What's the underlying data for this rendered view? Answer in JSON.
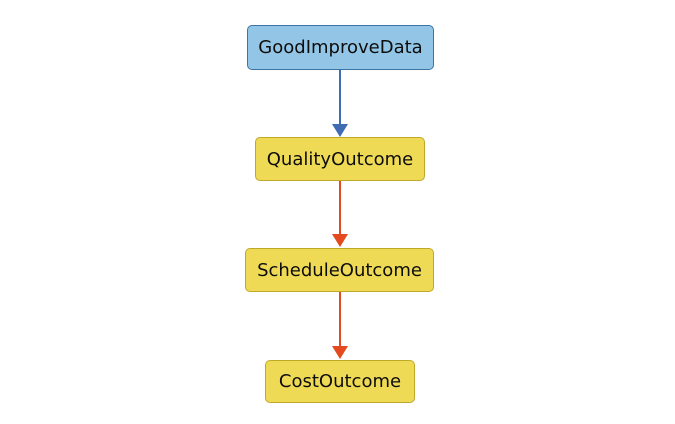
{
  "diagram": {
    "type": "directed-graph",
    "background": "#ffffff",
    "nodes": [
      {
        "id": "GoodImproveData",
        "label": "GoodImproveData",
        "fill": "#93c6e6",
        "border": "#3d74a5",
        "text_color": "#0d0d0d",
        "shape": "rounded-rectangle"
      },
      {
        "id": "QualityOutcome",
        "label": "QualityOutcome",
        "fill": "#efda55",
        "border": "#c0a928",
        "text_color": "#0d0d0d",
        "shape": "rounded-rectangle"
      },
      {
        "id": "ScheduleOutcome",
        "label": "ScheduleOutcome",
        "fill": "#efda55",
        "border": "#c0a928",
        "text_color": "#0d0d0d",
        "shape": "rounded-rectangle"
      },
      {
        "id": "CostOutcome",
        "label": "CostOutcome",
        "fill": "#efda55",
        "border": "#c0a928",
        "text_color": "#0d0d0d",
        "shape": "rounded-rectangle"
      }
    ],
    "edges": [
      {
        "from": "GoodImproveData",
        "to": "QualityOutcome",
        "color": "#3f6cb2",
        "style": "solid-arrow"
      },
      {
        "from": "QualityOutcome",
        "to": "ScheduleOutcome",
        "color": "#e34a1f",
        "style": "solid-arrow"
      },
      {
        "from": "ScheduleOutcome",
        "to": "CostOutcome",
        "color": "#e34a1f",
        "style": "solid-arrow"
      }
    ]
  }
}
